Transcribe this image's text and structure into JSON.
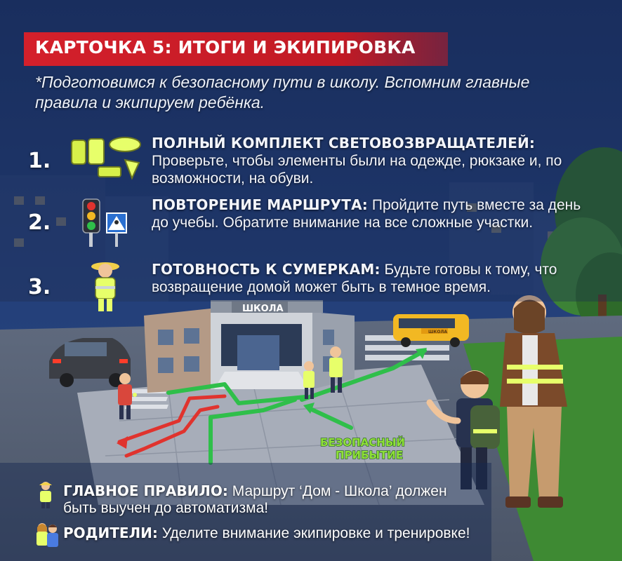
{
  "title": "КАРТОЧКА 5: ИТОГИ И ЭКИПИРОВКА",
  "intro": "*Подготовимся к безопасному пути в школу. Вспомним главные правила и экипируем ребёнка.",
  "items": [
    {
      "number": "1.",
      "heading": "ПОЛНЫЙ КОМПЛЕКТ СВЕТОВОЗВРАЩАТЕЛЕЙ:",
      "text": "Проверьте, чтобы элементы были на одежде, рюкзаке и, по возможности, на обуви.",
      "icon": "reflector-icon"
    },
    {
      "number": "2.",
      "heading": "ПОВТОРЕНИЕ МАРШРУТА:",
      "text": "Пройдите путь вместе за день до учебы. Обратите внимание на все сложные участки.",
      "icon": "traffic-light-icon"
    },
    {
      "number": "3.",
      "heading": "ГОТОВНОСТЬ К СУМЕРКАМ:",
      "text": "Будьте готовы к тому, что возвращение домой может быть в темное время.",
      "icon": "child-vest-icon"
    }
  ],
  "school_sign": "ШКОЛА",
  "badge": {
    "line1": "БЕЗОПАСНЫЙ",
    "line2": "ПРИБЫТИЕ"
  },
  "bus_label": "ШКОЛА",
  "footer": [
    {
      "heading": "ГЛАВНОЕ ПРАВИЛО:",
      "text": "Маршрут ‘Дом - Школа’ должен быть выучен до автоматизма!",
      "icon": "child-icon"
    },
    {
      "heading": "РОДИТЕЛИ:",
      "text": "Уделите внимание экипировке и тренировке!",
      "icon": "parents-icon"
    }
  ],
  "colors": {
    "banner": "#d4202b",
    "background": "#1a2c55",
    "route_green": "#2fbf4a",
    "route_red": "#e0332e",
    "reflective": "#e7ff6a"
  }
}
